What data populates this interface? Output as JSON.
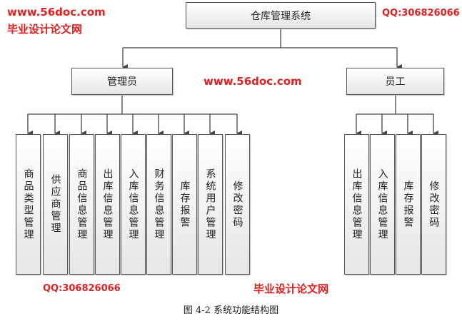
{
  "root": "仓库管理系统",
  "roles": [
    {
      "label": "管理员",
      "functions": [
        "商品类型管理",
        "供应商管理",
        "商品信息管理",
        "出库信息管理",
        "入库信息管理",
        "财务信息管理",
        "库存报警",
        "系统用户管理",
        "修改密码"
      ]
    },
    {
      "label": "员工",
      "functions": [
        "出库信息管理",
        "入库信息管理",
        "库存报警",
        "修改密码"
      ]
    }
  ],
  "caption": "图 4-2 系统功能结构图",
  "watermark": {
    "site": "www.56doc.com",
    "qq": "QQ:306826066",
    "name": "毕业设计论文网"
  }
}
